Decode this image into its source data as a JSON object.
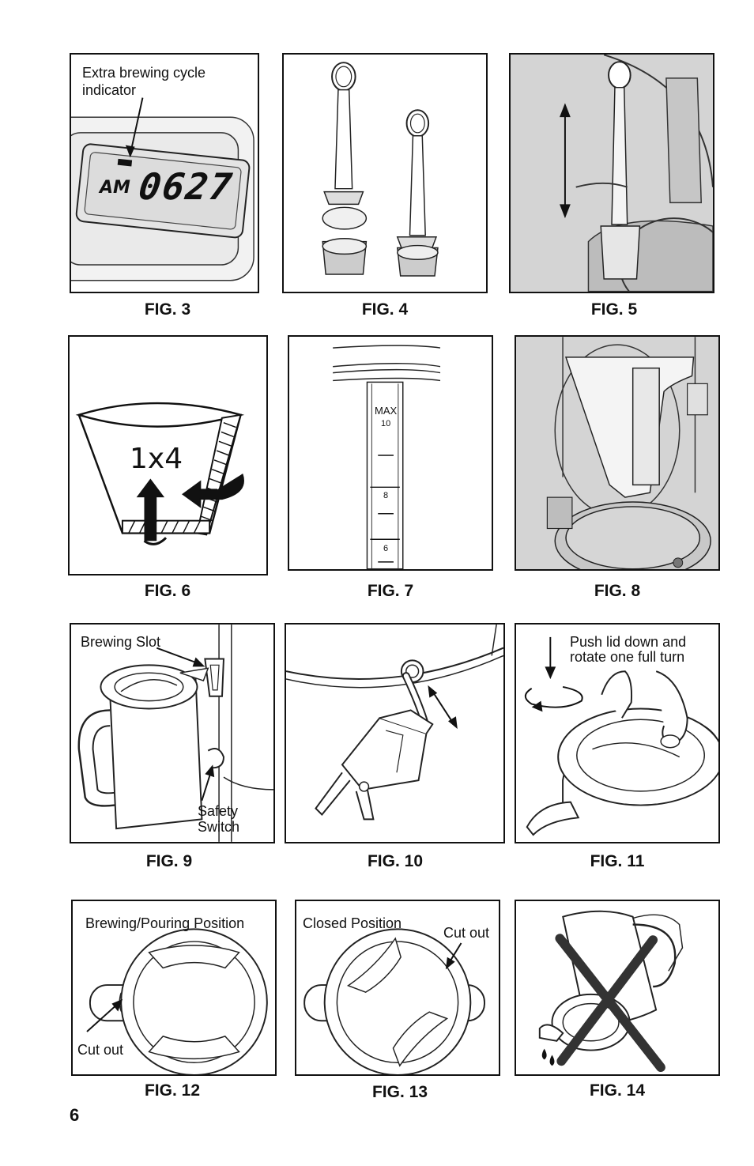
{
  "page_number": "6",
  "figures": {
    "fig3": {
      "caption": "FIG. 3",
      "label": "Extra brewing cycle indicator",
      "label_line1": "Extra brewing cycle",
      "label_line2": "indicator",
      "display_ampm": "AM",
      "display_time": "0627"
    },
    "fig4": {
      "caption": "FIG. 4"
    },
    "fig5": {
      "caption": "FIG. 5"
    },
    "fig6": {
      "caption": "FIG. 6",
      "filter_text": "1x4"
    },
    "fig7": {
      "caption": "FIG. 7",
      "max_label": "MAX",
      "mark_10": "10",
      "mark_8": "8",
      "mark_6": "6"
    },
    "fig8": {
      "caption": "FIG. 8"
    },
    "fig9": {
      "caption": "FIG. 9",
      "label_slot": "Brewing Slot",
      "label_switch_1": "Safety",
      "label_switch_2": "Switch"
    },
    "fig10": {
      "caption": "FIG. 10"
    },
    "fig11": {
      "caption": "FIG. 11",
      "label_line1": "Push lid down and",
      "label_line2": "rotate one full turn"
    },
    "fig12": {
      "caption": "FIG. 12",
      "label_position": "Brewing/Pouring Position",
      "label_cutout": "Cut out"
    },
    "fig13": {
      "caption": "FIG. 13",
      "label_position": "Closed Position",
      "label_cutout": "Cut out"
    },
    "fig14": {
      "caption": "FIG. 14"
    }
  }
}
